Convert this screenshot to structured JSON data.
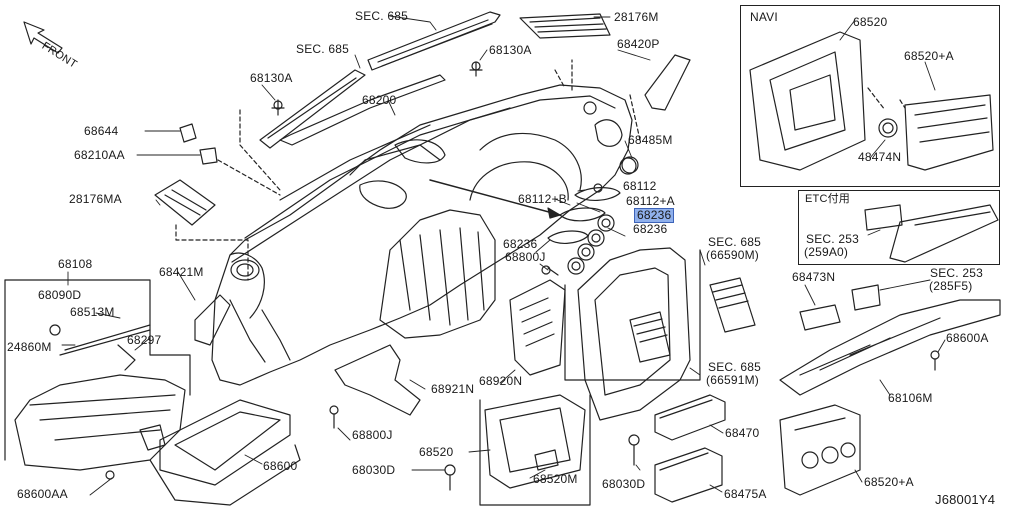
{
  "labels": {
    "sec685_top": "SEC. 685",
    "p28176m": "28176M",
    "sec685_mid": "SEC. 685",
    "p68130a_r": "68130A",
    "p68420p": "68420P",
    "p68130a_l": "68130A",
    "p68200": "68200",
    "p68644": "68644",
    "p68210aa": "68210AA",
    "p68485m": "68485M",
    "p28176ma": "28176MA",
    "p68112": "68112",
    "p68112b": "68112+B",
    "p68112a": "68112+A",
    "p68236_hl": "68236",
    "p68236_a": "68236",
    "p68236_b": "68236",
    "p68800j_top": "68800J",
    "p68108": "68108",
    "p68090d": "68090D",
    "p68513m": "68513M",
    "p68297": "68297",
    "p24860m": "24860M",
    "p68421m": "68421M",
    "sec685_590": "SEC. 685",
    "sec685_590_sub": "(66590M)",
    "sec685_591": "SEC. 685",
    "sec685_591_sub": "(66591M)",
    "p68920n": "68920N",
    "p68921n": "68921N",
    "p68800j_bot": "68800J",
    "p68520_mid": "68520",
    "p68030d_l": "68030D",
    "p68520m": "68520M",
    "p68030d_r": "68030D",
    "p68470": "68470",
    "p68475a": "68475A",
    "p68600": "68600",
    "p68600aa": "68600AA",
    "front": "FRONT",
    "navi_title": "NAVI",
    "p68520_navi": "68520",
    "p68520a_navi": "68520+A",
    "p48474n": "48474N",
    "etc_title": "ETC付用",
    "sec253_a": "SEC. 253",
    "sec253_a_sub": "(259A0)",
    "p68473n": "68473N",
    "sec253_b": "SEC. 253",
    "sec253_b_sub": "(285F5)",
    "p68600a": "68600A",
    "p68106m": "68106M",
    "p68520a_bot": "68520+A",
    "code": "J68001Y4"
  },
  "colors": {
    "highlight_fill": "#8fb0ec",
    "highlight_border": "#3d63b8",
    "line": "#1a1a1a"
  }
}
